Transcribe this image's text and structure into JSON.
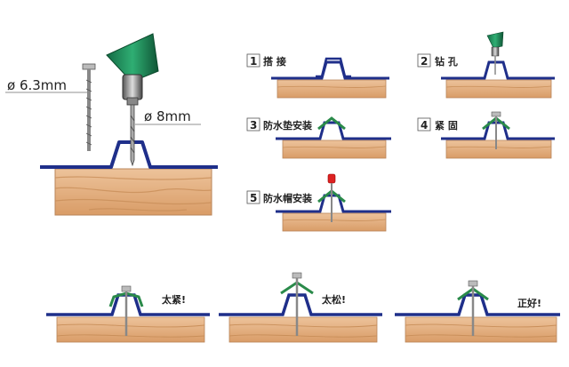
{
  "dimensions": {
    "screw_diameter": "ø 6.3mm",
    "drill_diameter": "ø 8mm"
  },
  "steps": [
    {
      "number": "1",
      "label": "搭 接"
    },
    {
      "number": "2",
      "label": "钻 孔"
    },
    {
      "number": "3",
      "label": "防水垫安装"
    },
    {
      "number": "4",
      "label": "紧 固"
    },
    {
      "number": "5",
      "label": "防水帽安装"
    }
  ],
  "results": {
    "too_tight": "太紧!",
    "too_loose": "太松!",
    "just_right": "正好!"
  },
  "colors": {
    "sheet": "#1f2f8a",
    "wood": "#e7b487",
    "wood_grain": "#c98f5a",
    "drill": "#1f8a5a",
    "washer": "#2a8a4a",
    "screw": "#8a8a8a"
  }
}
